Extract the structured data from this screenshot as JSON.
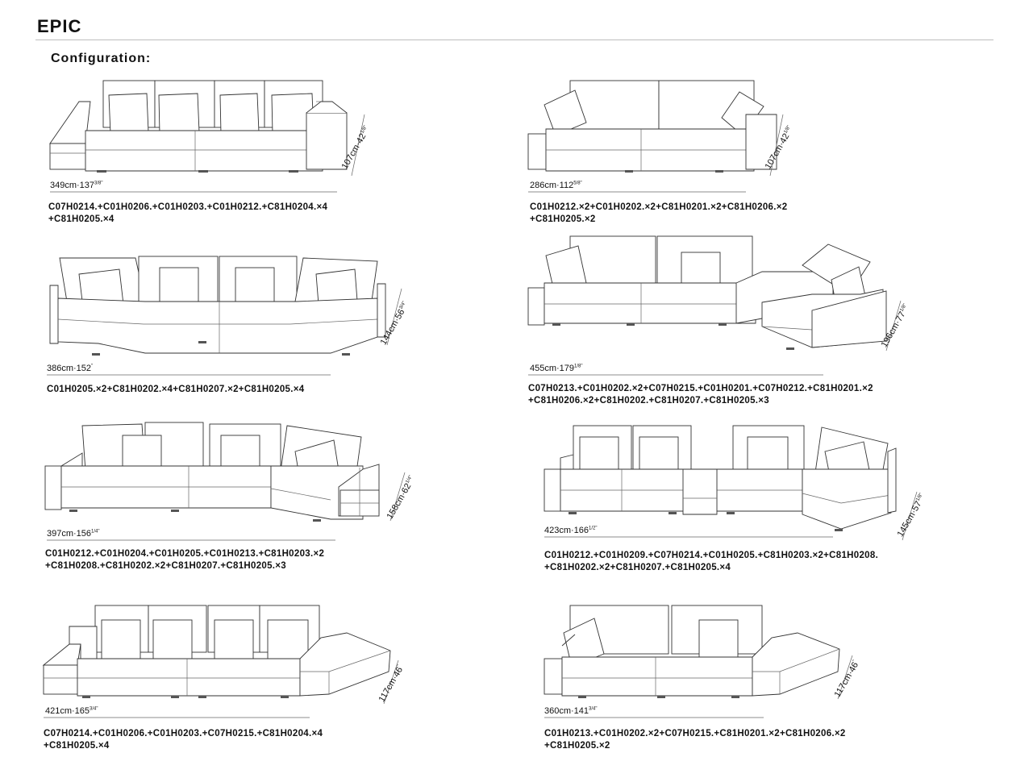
{
  "header": {
    "title": "EPIC",
    "section": "Configuration:"
  },
  "configs": [
    {
      "width": "349cm·137",
      "width_frac": "3/8\"",
      "depth": "107cm·42",
      "depth_frac": "1/8\"",
      "code_lines": [
        "C07H0214.+C01H0206.+C01H0203.+C01H0212.+C81H0204.×4",
        "+C81H0205.×4"
      ]
    },
    {
      "width": "286cm·112",
      "width_frac": "5/8\"",
      "depth": "107cm·42",
      "depth_frac": "1/8\"",
      "code_lines": [
        "C01H0212.×2+C01H0202.×2+C81H0201.×2+C81H0206.×2",
        "+C81H0205.×2"
      ]
    },
    {
      "width": "386cm·152",
      "width_frac": "\"",
      "depth": "144cm·56",
      "depth_frac": "3/4\"",
      "code_lines": [
        "C01H0205.×2+C81H0202.×4+C81H0207.×2+C81H0205.×4"
      ]
    },
    {
      "width": "455cm·179",
      "width_frac": "1/8\"",
      "depth": "196cm·77",
      "depth_frac": "1/8\"",
      "code_lines": [
        "C07H0213.+C01H0202.×2+C07H0215.+C01H0201.+C07H0212.+C81H0201.×2",
        "+C81H0206.×2+C81H0202.+C81H0207.+C81H0205.×3"
      ]
    },
    {
      "width": "397cm·156",
      "width_frac": "1/4\"",
      "depth": "158cm·62",
      "depth_frac": "1/4\"",
      "code_lines": [
        "C01H0212.+C01H0204.+C01H0205.+C01H0213.+C81H0203.×2",
        "+C81H0208.+C81H0202.×2+C81H0207.+C81H0205.×3"
      ]
    },
    {
      "width": "423cm·166",
      "width_frac": "1/2\"",
      "depth": "145cm·57",
      "depth_frac": "1/8\"",
      "code_lines": [
        "C01H0212.+C01H0209.+C07H0214.+C01H0205.+C81H0203.×2+C81H0208.",
        "+C81H0202.×2+C81H0207.+C81H0205.×4"
      ]
    },
    {
      "width": "421cm·165",
      "width_frac": "3/4\"",
      "depth": "117cm·46",
      "depth_frac": "\"",
      "code_lines": [
        "C07H0214.+C01H0206.+C01H0203.+C07H0215.+C81H0204.×4",
        "+C81H0205.×4"
      ]
    },
    {
      "width": "360cm·141",
      "width_frac": "3/4\"",
      "depth": "117cm·46",
      "depth_frac": "\"",
      "code_lines": [
        "C01H0213.+C01H0202.×2+C07H0215.+C81H0201.×2+C81H0206.×2",
        "+C81H0205.×2"
      ]
    }
  ]
}
